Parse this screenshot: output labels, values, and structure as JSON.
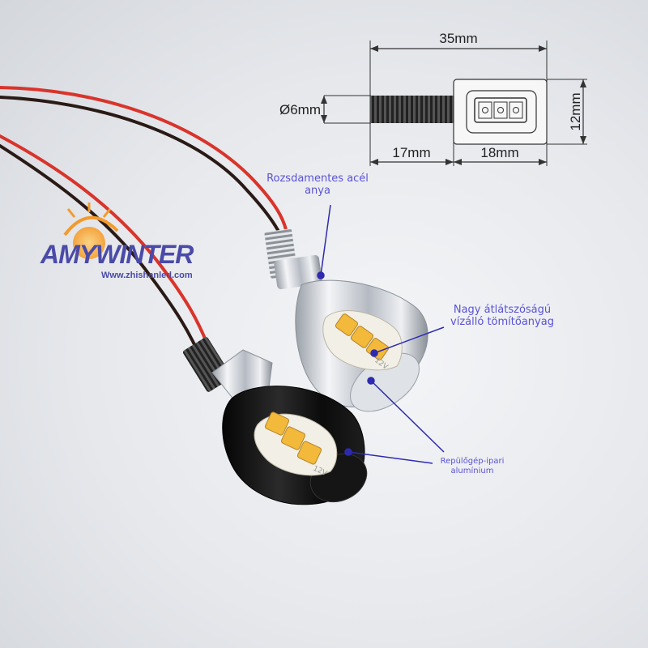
{
  "logo": {
    "name": "AMYWINTER",
    "website": "Www.zhishanled.com"
  },
  "diagram": {
    "length_total": "35mm",
    "diameter": "Ø6mm",
    "height": "12mm",
    "thread_length": "17mm",
    "body_length": "18mm"
  },
  "annotations": {
    "nut": "Rozsdamentes acél anya",
    "sealant": "Nagy átlátszóságú vízálló tömítőanyag",
    "aluminum": "Repülőgép-ipari alumínium"
  },
  "led_marking": "12V",
  "colors": {
    "label_text": "#5a52d6",
    "leader_line": "#2e2ab0",
    "wire_red": "#d9342b",
    "wire_black": "#2a1a16",
    "led_amber": "#f2b93a",
    "chrome": "#c9ccd2",
    "anodized_black": "#151515"
  }
}
